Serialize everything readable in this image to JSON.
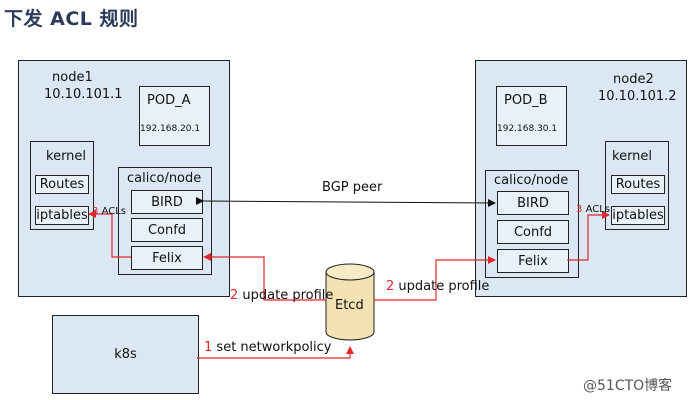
{
  "title": "下发 ACL 规则",
  "node1": {
    "name": "node1",
    "ip": "10.10.101.1",
    "pod_name": "POD_A",
    "pod_ip": "192.168.20.1",
    "kernel_label": "kernel",
    "routes": "Routes",
    "iptables": "iptables",
    "calico_label": "calico/node",
    "bird": "BIRD",
    "confd": "Confd",
    "felix": "Felix"
  },
  "node2": {
    "name": "node2",
    "ip": "10.10.101.2",
    "pod_name": "POD_B",
    "pod_ip": "192.168.30.1",
    "kernel_label": "kernel",
    "routes": "Routes",
    "iptables": "iptables",
    "calico_label": "calico/node",
    "bird": "BIRD",
    "confd": "Confd",
    "felix": "Felix"
  },
  "bgp_peer": "BGP peer",
  "etcd": "Etcd",
  "k8s": "k8s",
  "edges": {
    "step1_num": "1",
    "step1_text": "set networkpolicy",
    "step2_num": "2",
    "step2_text": "update profile",
    "step3_num": "3",
    "step3_text": "ACLs"
  },
  "colors": {
    "arrow_red": "#e3262b",
    "box_fill": "#dbe8f3",
    "title": "#2b3b5a"
  },
  "watermark": "@51CTO博客"
}
